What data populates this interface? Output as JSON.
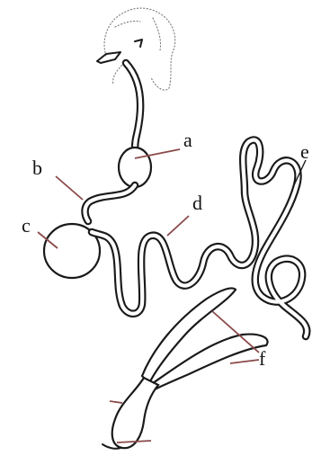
{
  "labels": {
    "a": "a",
    "b": "b",
    "c": "c",
    "d": "d",
    "e": "e",
    "f": "f"
  },
  "colors": {
    "outline": "#1a1a1a",
    "arrow": "#8b4a4a",
    "head_sketch": "#7a7a7a"
  }
}
